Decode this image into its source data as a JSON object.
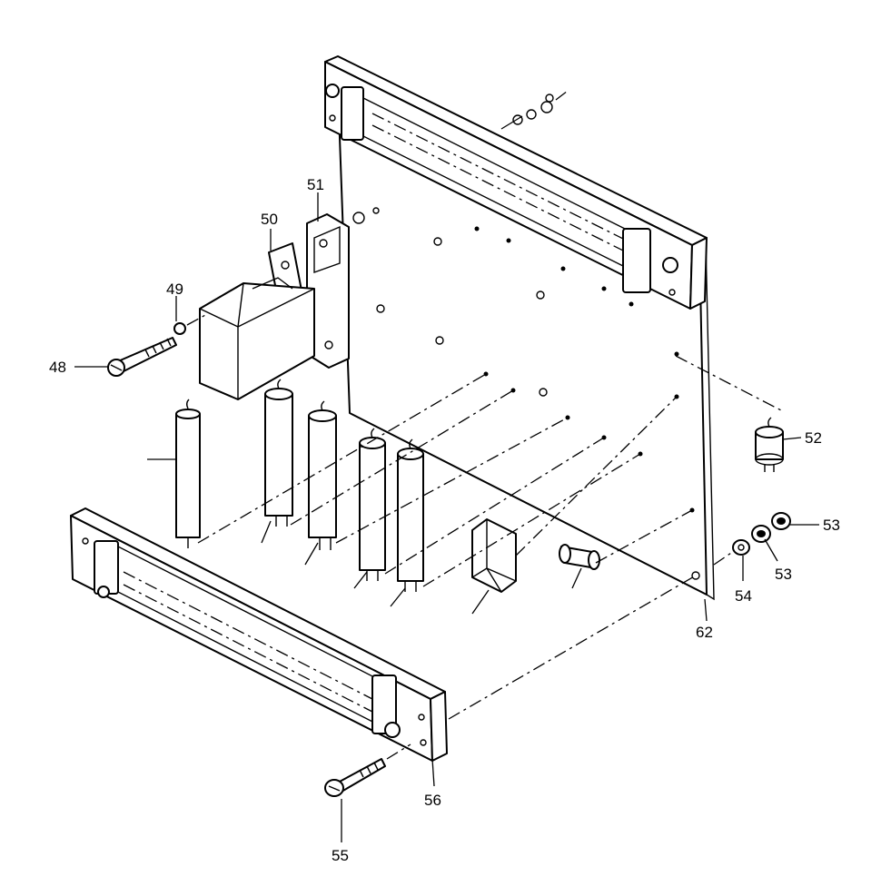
{
  "diagram": {
    "callouts": [
      {
        "id": "48",
        "text": "48"
      },
      {
        "id": "49",
        "text": "49"
      },
      {
        "id": "50",
        "text": "50"
      },
      {
        "id": "51",
        "text": "51"
      },
      {
        "id": "52",
        "text": "52"
      },
      {
        "id": "53a",
        "text": "53"
      },
      {
        "id": "53b",
        "text": "53"
      },
      {
        "id": "54",
        "text": "54"
      },
      {
        "id": "55",
        "text": "55"
      },
      {
        "id": "56",
        "text": "56"
      },
      {
        "id": "62",
        "text": "62"
      }
    ],
    "colors": {
      "line": "#000000",
      "background": "#ffffff"
    }
  }
}
